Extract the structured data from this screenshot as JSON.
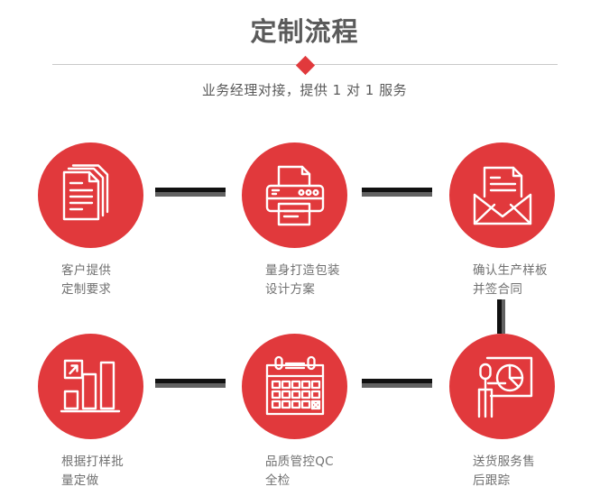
{
  "header": {
    "title": "定制流程",
    "subtitle": "业务经理对接，提供 1 对 1 服务",
    "divider_icon": "diamond-icon"
  },
  "colors": {
    "accent_red": "#e1393c",
    "title_gray": "#5a5a5a",
    "label_gray": "#707070",
    "divider_gray": "#c9c9c9",
    "connector_black": "#111111",
    "connector_gray": "#626262",
    "icon_white": "#ffffff",
    "background": "#ffffff"
  },
  "flow": {
    "steps": [
      {
        "index": 1,
        "label": "客户提供\n定制要求",
        "icon": "stacked-documents-icon"
      },
      {
        "index": 2,
        "label": "量身打造包装\n设计方案",
        "icon": "printer-icon"
      },
      {
        "index": 3,
        "label": "确认生产样板\n并签合同",
        "icon": "envelope-letter-icon"
      },
      {
        "index": 4,
        "label": "根据打样批\n量定做",
        "icon": "bar-chart-icon"
      },
      {
        "index": 5,
        "label": "品质管控QC\n全检",
        "icon": "calendar-icon"
      },
      {
        "index": 6,
        "label": "送货服务售\n后跟踪",
        "icon": "presenter-pie-chart-icon"
      }
    ],
    "connectors": [
      {
        "id": "connector-1-2",
        "orientation": "horizontal"
      },
      {
        "id": "connector-2-3",
        "orientation": "horizontal"
      },
      {
        "id": "connector-3-6",
        "orientation": "vertical"
      },
      {
        "id": "connector-4-5",
        "orientation": "horizontal"
      },
      {
        "id": "connector-5-6",
        "orientation": "horizontal"
      }
    ]
  }
}
